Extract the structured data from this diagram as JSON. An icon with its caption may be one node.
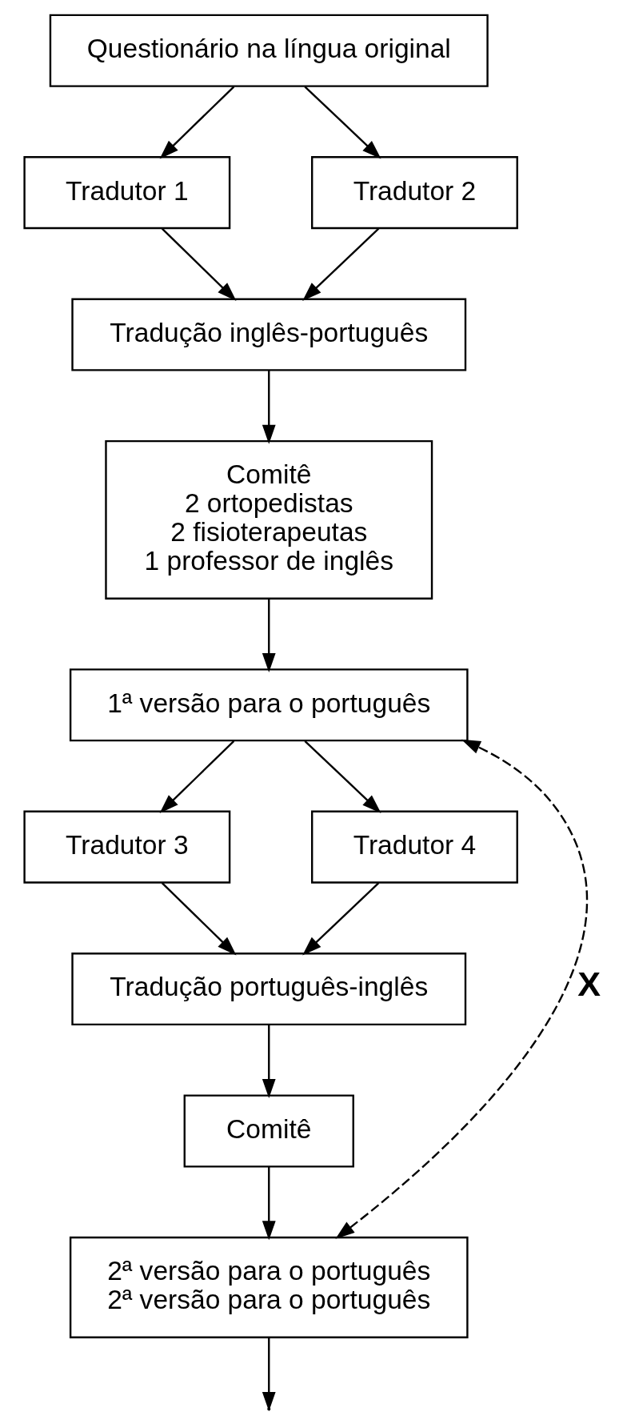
{
  "diagram": {
    "nodes": [
      {
        "text": [
          "Questionário na língua original"
        ]
      },
      {
        "text": [
          "Tradutor 1"
        ]
      },
      {
        "text": [
          "Tradutor 2"
        ]
      },
      {
        "text": [
          "Tradução inglês-português"
        ]
      },
      {
        "text": [
          "Comitê",
          "2 ortopedistas",
          "2 fisioterapeutas",
          "1 professor de inglês"
        ]
      },
      {
        "text": [
          "1ª versão para o português"
        ]
      },
      {
        "text": [
          "Tradutor 3"
        ]
      },
      {
        "text": [
          "Tradutor 4"
        ]
      },
      {
        "text": [
          "Tradução português-inglês"
        ]
      },
      {
        "text": [
          "Comitê"
        ]
      },
      {
        "text": [
          "2ª versão para o português",
          "2ª versão para o português"
        ]
      }
    ],
    "edges": [
      {
        "from": 0,
        "to": 1,
        "arrow": "to"
      },
      {
        "from": 0,
        "to": 2,
        "arrow": "to"
      },
      {
        "from": 1,
        "to": 3,
        "arrow": "to"
      },
      {
        "from": 2,
        "to": 3,
        "arrow": "to"
      },
      {
        "from": 3,
        "to": 4,
        "arrow": "to"
      },
      {
        "from": 4,
        "to": 5,
        "arrow": "to"
      },
      {
        "from": 5,
        "to": 6,
        "arrow": "to"
      },
      {
        "from": 5,
        "to": 7,
        "arrow": "to"
      },
      {
        "from": 6,
        "to": 8,
        "arrow": "to"
      },
      {
        "from": 7,
        "to": 8,
        "arrow": "to"
      },
      {
        "from": 8,
        "to": 9,
        "arrow": "to"
      },
      {
        "from": 9,
        "to": 10,
        "arrow": "to"
      },
      {
        "from": 10,
        "to": 5,
        "arrow": "both",
        "style": "dashed",
        "label": "X"
      },
      {
        "from": 10,
        "to": null,
        "arrow": "to"
      }
    ]
  }
}
